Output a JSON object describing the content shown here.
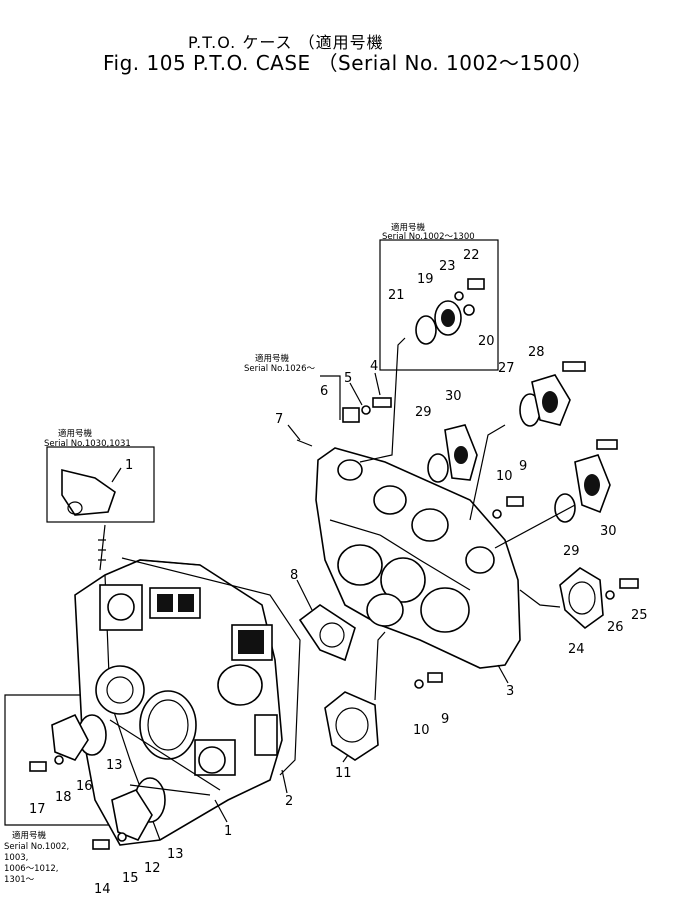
{
  "title": {
    "jp": "P.T.O. ケース （適用号機",
    "en": "Fig. 105 P.T.O. CASE （Serial No. 1002～1500）"
  },
  "notes": {
    "top": [
      "適用号機",
      "Serial No.1002～1300"
    ],
    "mid": [
      "適用号機",
      "Serial No.1026～"
    ],
    "left": [
      "適用号機",
      "Serial No.1030,1031"
    ],
    "bottom": [
      "適用号機",
      "Serial No.1002,",
      "1003,",
      "1006～1012,",
      "1301～"
    ]
  },
  "callouts": [
    "1",
    "1",
    "2",
    "3",
    "4",
    "5",
    "6",
    "7",
    "8",
    "9",
    "9",
    "10",
    "10",
    "11",
    "12",
    "13",
    "13",
    "14",
    "15",
    "16",
    "17",
    "18",
    "19",
    "20",
    "21",
    "22",
    "23",
    "24",
    "25",
    "26",
    "27",
    "28",
    "29",
    "29",
    "30",
    "30"
  ]
}
